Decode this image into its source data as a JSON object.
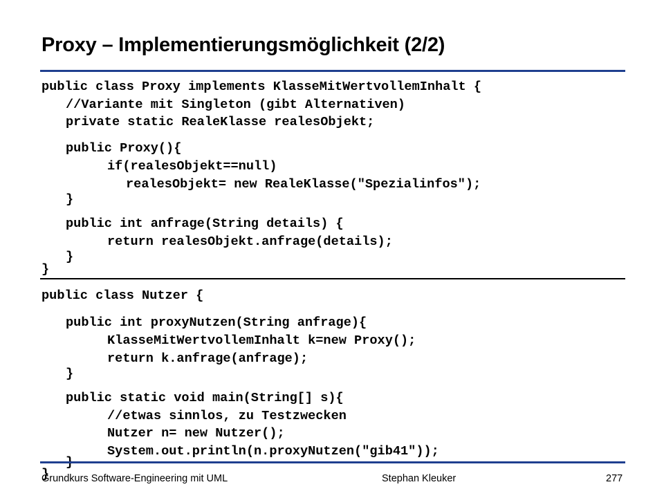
{
  "slide": {
    "title": "Proxy – Implementierungsmöglichkeit (2/2)",
    "code": {
      "l01": "public class Proxy implements KlasseMitWertvollemInhalt {",
      "l02": "//Variante mit Singleton (gibt Alternativen)",
      "l03": "private static RealeKlasse realesObjekt;",
      "l04": "public Proxy(){",
      "l05": "if(realesObjekt==null)",
      "l06": "realesObjekt= new RealeKlasse(\"Spezialinfos\");",
      "l07": "}",
      "l08": "public int anfrage(String details) {",
      "l09": "return realesObjekt.anfrage(details);",
      "l10": "}",
      "l11": "}",
      "l12": "public class Nutzer {",
      "l13": "public int proxyNutzen(String anfrage){",
      "l14": "KlasseMitWertvollemInhalt k=new Proxy();",
      "l15": "return k.anfrage(anfrage);",
      "l16": "}",
      "l17": "public static void main(String[] s){",
      "l18": "//etwas sinnlos, zu Testzwecken",
      "l19": "Nutzer n= new Nutzer();",
      "l20": "System.out.println(n.proxyNutzen(\"gib41\"));",
      "l21": "}",
      "l22": "}"
    },
    "footer": {
      "left": "Grundkurs Software-Engineering mit UML",
      "center": "Stephan Kleuker",
      "page": "277"
    }
  }
}
